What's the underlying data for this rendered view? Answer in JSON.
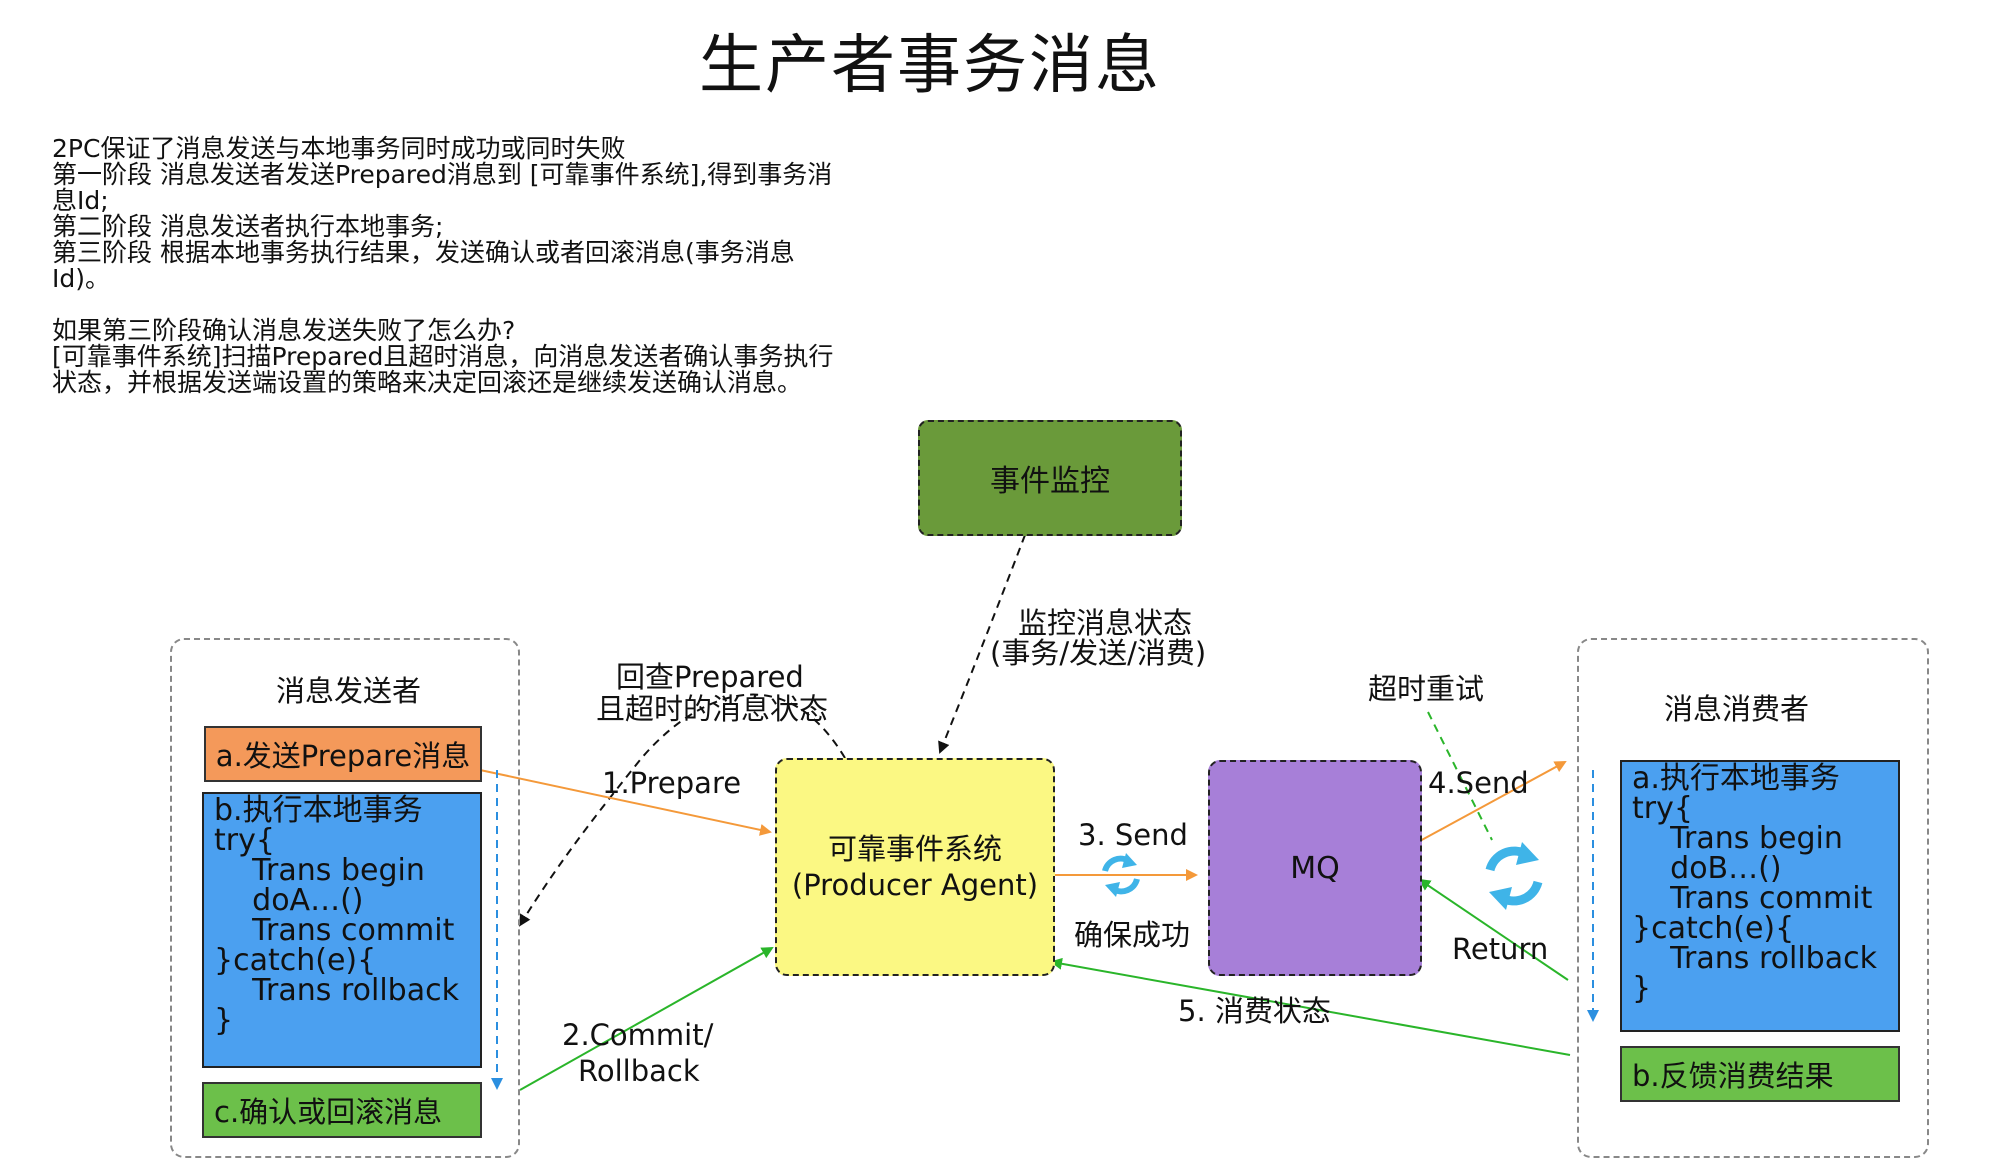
{
  "title": "生产者事务消息",
  "description": {
    "lines": [
      "2PC保证了消息发送与本地事务同时成功或同时失败",
      "第一阶段 消息发送者发送Prepared消息到 [可靠事件系统],得到事务消",
      "息Id;",
      "第二阶段 消息发送者执行本地事务;",
      "第三阶段 根据本地事务执行结果，发送确认或者回滚消息(事务消息",
      "Id)。",
      "",
      "如果第三阶段确认消息发送失败了怎么办?",
      "[可靠事件系统]扫描Prepared且超时消息，向消息发送者确认事务执行",
      "状态，并根据发送端设置的策略来决定回滚还是继续发送确认消息。"
    ]
  },
  "nodes": {
    "monitor": "事件监控",
    "reliable_line1": "可靠事件系统",
    "reliable_line2": "(Producer Agent)",
    "mq": "MQ"
  },
  "sender": {
    "title": "消息发送者",
    "step_a": "a.发送Prepare消息",
    "step_b_code": "b.执行本地事务\ntry{\n    Trans begin\n    doA…()\n    Trans commit\n}catch(e){\n    Trans rollback\n}",
    "step_c": "c.确认或回滚消息"
  },
  "consumer": {
    "title": "消息消费者",
    "step_a_code": "a.执行本地事务\ntry{\n    Trans begin\n    doB…()\n    Trans commit\n}catch(e){\n    Trans rollback\n}",
    "step_b": "b.反馈消费结果"
  },
  "edge_labels": {
    "monitor_line1": "监控消息状态",
    "monitor_line2": "(事务/发送/消费)",
    "check_line1": "回查Prepared",
    "check_line2": "且超时的消息状态",
    "prepare": "1.Prepare",
    "commit_line1": "2.Commit/",
    "commit_line2": "Rollback",
    "send3": "3. Send",
    "ensure": "确保成功",
    "send4": "4.Send",
    "retry": "超时重试",
    "return": "Return",
    "consume_status": "5. 消费状态"
  },
  "colors": {
    "monitor": "#6a9a3a",
    "reliable": "#fbf883",
    "mq": "#a77fd8",
    "code_box": "#4ba0f0",
    "orange_box": "#f4995a",
    "green_box": "#6cc04a",
    "arrow_orange": "#f4993a",
    "arrow_green": "#2ab52a",
    "arrow_blue": "#2b8fe0",
    "cycle_icon": "#3fb4e8"
  }
}
